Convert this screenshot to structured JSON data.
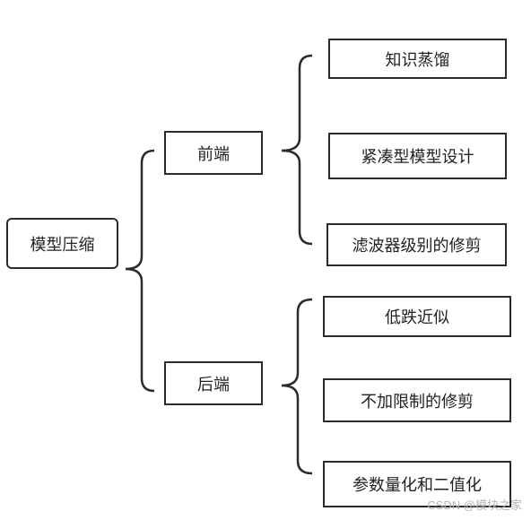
{
  "root": {
    "label": "模型压缩"
  },
  "groups": [
    {
      "label": "前端",
      "children": [
        "知识蒸馏",
        "紧凑型模型设计",
        "滤波器级别的修剪"
      ]
    },
    {
      "label": "后端",
      "children": [
        "低跌近似",
        "不加限制的修剪",
        "参数量化和二值化"
      ]
    }
  ],
  "watermark": "CSDN @模块之家",
  "colors": {
    "stroke": "#2b2b2b",
    "text": "#222222",
    "background": "#ffffff"
  }
}
